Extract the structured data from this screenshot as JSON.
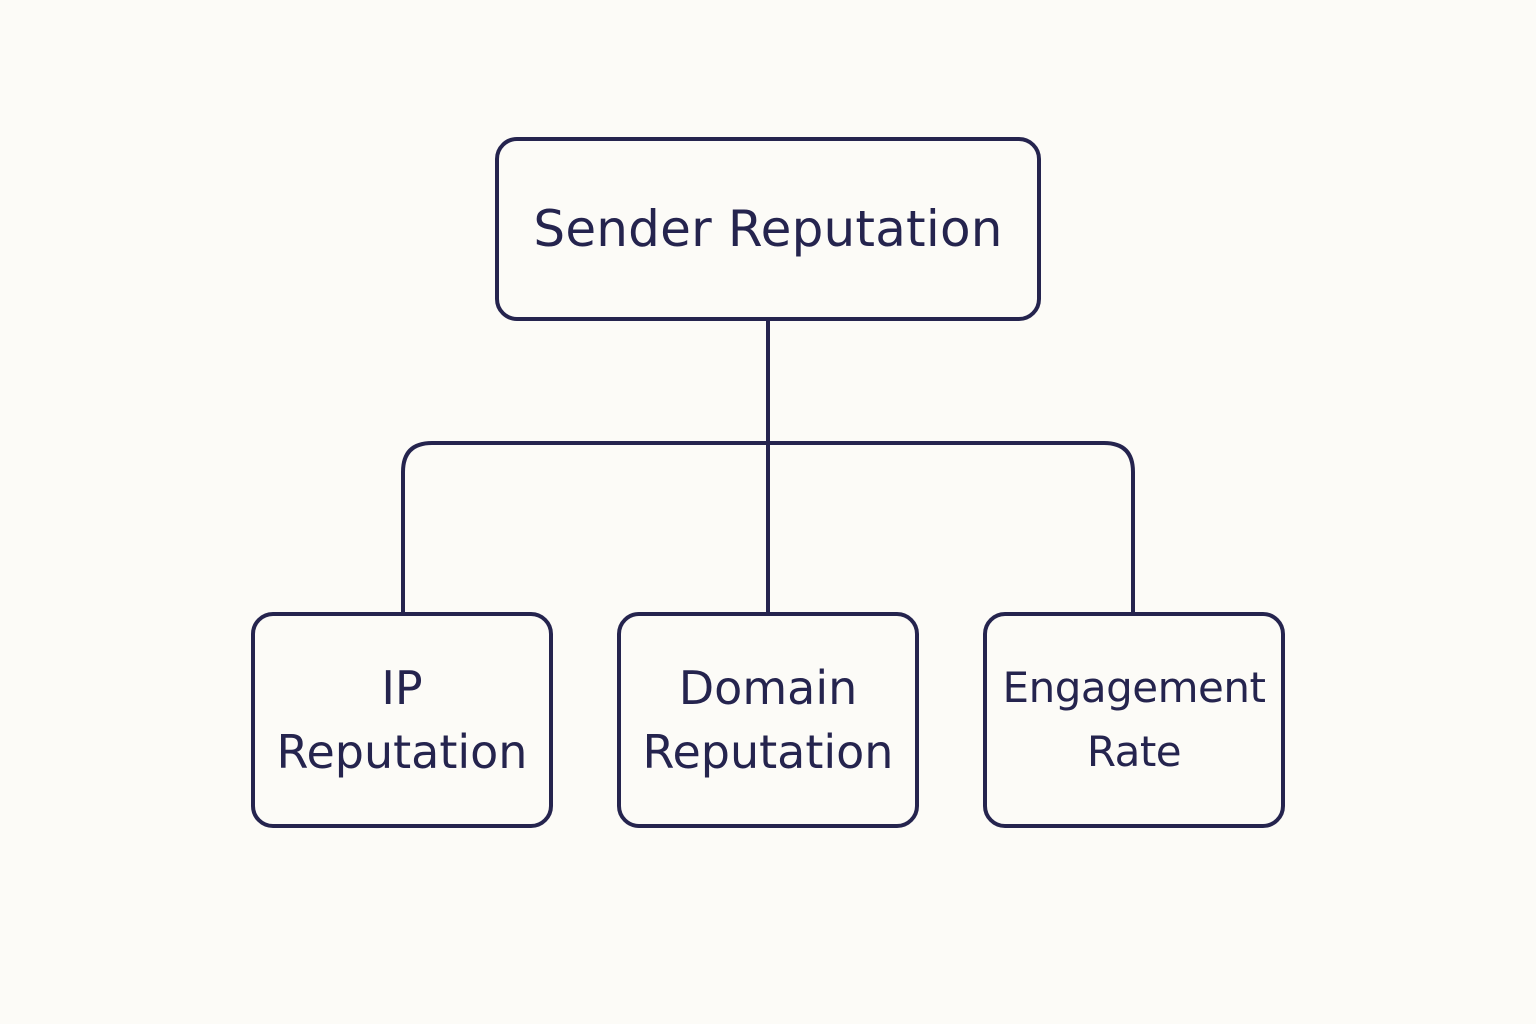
{
  "diagram": {
    "root": {
      "label": "Sender Reputation"
    },
    "children": [
      {
        "line1": "IP",
        "line2": "Reputation"
      },
      {
        "line1": "Domain",
        "line2": "Reputation"
      },
      {
        "line1": "Engagement",
        "line2": "Rate"
      }
    ]
  },
  "colors": {
    "background": "#fcfbf7",
    "stroke": "#25244e",
    "text": "#25244e"
  }
}
